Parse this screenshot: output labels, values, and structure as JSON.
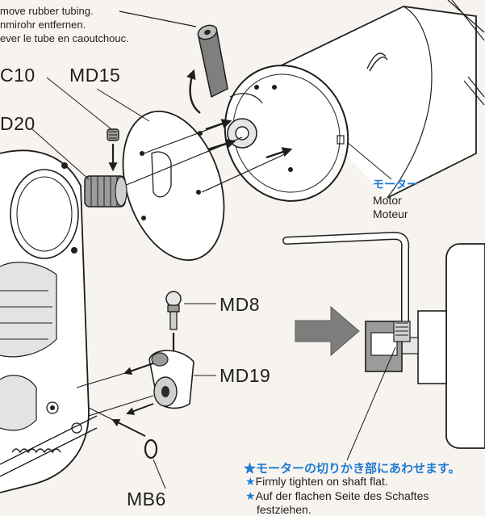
{
  "instruction": {
    "lines": [
      "move rubber tubing.",
      "nmirohr entfernen.",
      "ever le tube en caoutchouc."
    ]
  },
  "parts": {
    "c10": "C10",
    "md15": "MD15",
    "d20": "D20",
    "md8": "MD8",
    "md19": "MD19",
    "mb6": "MB6"
  },
  "motor_label": {
    "jp": "モーター",
    "en": "Motor",
    "fr": "Moteur"
  },
  "note": {
    "star": "★",
    "jp": "モーターの切りかき部にあわせます。",
    "en": "Firmly tighten on shaft flat.",
    "de": "Auf der flachen Seite des Schaftes",
    "de2": "festziehen."
  },
  "colors": {
    "accent": "#1f7ad1",
    "line": "#1e1e1e",
    "shade": "#9b9b9b",
    "light_shade": "#cfcfcf"
  }
}
